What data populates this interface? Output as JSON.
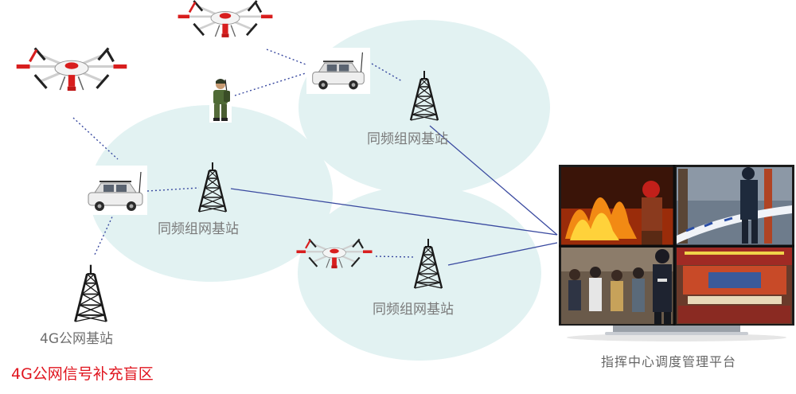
{
  "labels": {
    "cell_top": "同频组网基站",
    "cell_left": "同频组网基站",
    "cell_bottom": "同频组网基站",
    "public_tower": "4G公网基站",
    "platform": "指挥中心调度管理平台",
    "blind_zone": "4G公网信号补充盲区"
  },
  "colors": {
    "cell_fill": "#e2f2f2",
    "link_dotted": "#3a4aa0",
    "link_solid": "#3a4aa0",
    "tower": "#1a1a1a",
    "blind_zone_text": "#e0141e",
    "drone_rotor": "#d81e1e",
    "drone_body": "#f4f4f4",
    "vehicle_body": "#eeeeee"
  },
  "icons": {
    "drone": "drone-icon",
    "vehicle": "vehicle-icon",
    "soldier": "soldier-icon",
    "tower": "tower-icon",
    "monitor_wall": "monitor-wall-icon"
  }
}
